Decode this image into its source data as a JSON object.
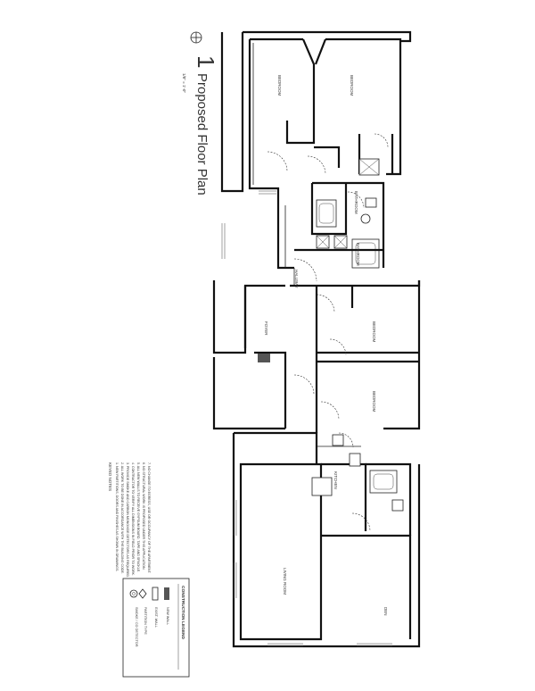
{
  "title": {
    "number": "1",
    "text": "Proposed Floor Plan",
    "scale": "1/8\" = 1'-0\""
  },
  "rooms": {
    "bedroom_1": "BEDROOM",
    "bedroom_2": "BEDROOM",
    "bathroom_1": "BATHROOM",
    "bathroom_2": "BATHROOM",
    "hallway": "HALLWAY",
    "foyer": "FOYER",
    "bedroom_3": "BEDROOM",
    "bedroom_4": "BEDROOM",
    "kitchen": "KITCHEN",
    "living_room": "LIVING ROOM",
    "den": "DEN"
  },
  "notes": {
    "heading": "KEYED NOTES",
    "lines": [
      "1. NEW PARTITIONS, DOORS AND FINISHES AS SHOWN IN DRAWINGS.",
      "2. ALL WORK TO BE DONE IN ACCORDANCE WITH THE BUILDING CODE.",
      "3. PROVIDE SMOKE AND CARBON MONOXIDE DETECTORS AS REQUIRED.",
      "4. CONTRACTOR TO VERIFY ALL DIMENSIONS IN FIELD PRIOR TO WORK.",
      "5. ALL NEW WALLS TO RECEIVE GYPSUM BOARD, TAPE AND SPACKLE.",
      "6. NO STRUCTURAL WORK IS PROPOSED UNDER THIS APPLICATION.",
      "7. NO CHANGE TO EGRESS, USE OR OCCUPANCY OF THE APARTMENT."
    ]
  },
  "legend": {
    "title": "CONSTRUCTION LEGEND",
    "items": [
      {
        "symbol": "new-wall",
        "label": "NEW WALL"
      },
      {
        "symbol": "existing-wall",
        "label": "EXIST. WALL"
      },
      {
        "symbol": "partition-type",
        "label": "PARTITION TYPE"
      },
      {
        "symbol": "smoke-detector",
        "label": "SMOKE / CO DETECTOR"
      }
    ]
  },
  "colors": {
    "line": "#111111",
    "paper": "#ffffff",
    "fill": "#555555"
  }
}
